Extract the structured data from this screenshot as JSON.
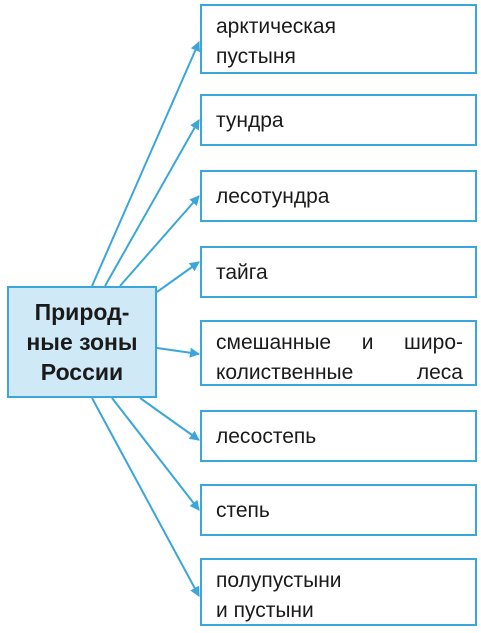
{
  "accent_color": "#3aa6d9",
  "source_fill_color": "#cfe9f7",
  "source": {
    "lines": [
      "Природ-",
      "ные  зоны",
      "России"
    ]
  },
  "zones": [
    {
      "lines": [
        "арктическая",
        "пустыня"
      ]
    },
    {
      "lines": [
        "тундра"
      ]
    },
    {
      "lines": [
        "лесотундра"
      ]
    },
    {
      "lines": [
        "тайга"
      ]
    },
    {
      "lines": [
        "смешанные  и  широ-",
        "колиственные  леса"
      ]
    },
    {
      "lines": [
        "лесостепь"
      ]
    },
    {
      "lines": [
        "степь"
      ]
    },
    {
      "lines": [
        "полупустыни",
        "и  пустыни"
      ]
    }
  ]
}
